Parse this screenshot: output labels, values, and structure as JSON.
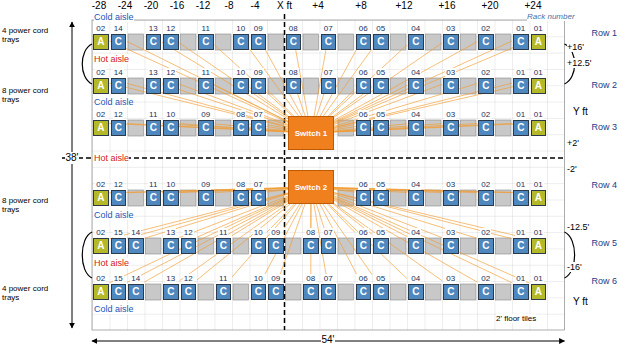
{
  "diagram": {
    "nodes": [
      {
        "text": [
          "02",
          "A"
        ]
      },
      {
        "text": [
          "14",
          "C"
        ]
      },
      {
        "text": [
          "13",
          "C"
        ]
      },
      {
        "text": [
          "12",
          "C"
        ]
      },
      {
        "text": [
          "11",
          "C"
        ]
      },
      {
        "text": [
          "10",
          "C"
        ]
      },
      {
        "text": [
          "09",
          "C"
        ]
      },
      {
        "text": [
          "08",
          "C"
        ]
      },
      {
        "text": [
          "07",
          "C"
        ]
      },
      {
        "text": [
          "06",
          "C"
        ]
      },
      {
        "text": [
          "05",
          "C"
        ]
      },
      {
        "text": [
          "04",
          "C"
        ]
      },
      {
        "text": [
          "03",
          "C"
        ]
      },
      {
        "text": [
          "02",
          "C"
        ]
      },
      {
        "text": [
          "01",
          "C"
        ]
      },
      {
        "text": [
          "01",
          "A"
        ]
      },
      {
        "text": [
          "02",
          "A"
        ]
      },
      {
        "text": [
          "14",
          "C"
        ]
      },
      {
        "text": [
          "13",
          "C"
        ]
      },
      {
        "text": [
          "12",
          "C"
        ]
      },
      {
        "text": [
          "11",
          "C"
        ]
      },
      {
        "text": [
          "10",
          "C"
        ]
      },
      {
        "text": [
          "09",
          "C"
        ]
      },
      {
        "text": [
          "08",
          "C"
        ]
      },
      {
        "text": [
          "07",
          "C"
        ]
      },
      {
        "text": [
          "06",
          "C"
        ]
      },
      {
        "text": [
          "05",
          "C"
        ]
      },
      {
        "text": [
          "04",
          "C"
        ]
      },
      {
        "text": [
          "03",
          "C"
        ]
      },
      {
        "text": [
          "02",
          "C"
        ]
      },
      {
        "text": [
          "01",
          "C"
        ]
      },
      {
        "text": [
          "01",
          "A"
        ]
      },
      {
        "text": [
          "02",
          "A"
        ]
      },
      {
        "text": [
          "12",
          "C"
        ]
      },
      {
        "text": [
          "11",
          "C"
        ]
      },
      {
        "text": [
          "10",
          "C"
        ]
      },
      {
        "text": [
          "09",
          "C"
        ]
      },
      {
        "text": [
          "08",
          "C"
        ]
      },
      {
        "text": [
          "07",
          "C"
        ]
      },
      {
        "text": [
          "06",
          "C"
        ]
      },
      {
        "text": [
          "05",
          "C"
        ]
      },
      {
        "text": [
          "04",
          "C"
        ]
      },
      {
        "text": [
          "03",
          "C"
        ]
      },
      {
        "text": [
          "02",
          "C"
        ]
      },
      {
        "text": [
          "01",
          "C"
        ]
      },
      {
        "text": [
          "01",
          "A"
        ]
      },
      {
        "text": [
          "Switch 1"
        ]
      },
      {
        "text": [
          "Switch 2"
        ]
      },
      {
        "text": [
          "02",
          "A"
        ]
      },
      {
        "text": [
          "12",
          "C"
        ]
      },
      {
        "text": [
          "11",
          "C"
        ]
      },
      {
        "text": [
          "10",
          "C"
        ]
      },
      {
        "text": [
          "09",
          "C"
        ]
      },
      {
        "text": [
          "08",
          "C"
        ]
      },
      {
        "text": [
          "07",
          "C"
        ]
      },
      {
        "text": [
          "06",
          "C"
        ]
      },
      {
        "text": [
          "05",
          "C"
        ]
      },
      {
        "text": [
          "04",
          "C"
        ]
      },
      {
        "text": [
          "03",
          "C"
        ]
      },
      {
        "text": [
          "02",
          "C"
        ]
      },
      {
        "text": [
          "01",
          "C"
        ]
      },
      {
        "text": [
          "01",
          "A"
        ]
      },
      {
        "text": [
          "02",
          "A"
        ]
      },
      {
        "text": [
          "15",
          "C"
        ]
      },
      {
        "text": [
          "14",
          "C"
        ]
      },
      {
        "text": [
          "13",
          "C"
        ]
      },
      {
        "text": [
          "12",
          "C"
        ]
      },
      {
        "text": [
          "11",
          "C"
        ]
      },
      {
        "text": [
          "10",
          "C"
        ]
      },
      {
        "text": [
          "09",
          "C"
        ]
      },
      {
        "text": [
          "08",
          "C"
        ]
      },
      {
        "text": [
          "07",
          "C"
        ]
      },
      {
        "text": [
          "06",
          "C"
        ]
      },
      {
        "text": [
          "05",
          "C"
        ]
      },
      {
        "text": [
          "04",
          "C"
        ]
      },
      {
        "text": [
          "03",
          "C"
        ]
      },
      {
        "text": [
          "02",
          "C"
        ]
      },
      {
        "text": [
          "01",
          "C"
        ]
      },
      {
        "text": [
          "01",
          "A"
        ]
      },
      {
        "text": [
          "02",
          "A"
        ]
      },
      {
        "text": [
          "15",
          "C"
        ]
      },
      {
        "text": [
          "14",
          "C"
        ]
      },
      {
        "text": [
          "13",
          "C"
        ]
      },
      {
        "text": [
          "12",
          "C"
        ]
      },
      {
        "text": [
          "11",
          "C"
        ]
      },
      {
        "text": [
          "10",
          "C"
        ]
      },
      {
        "text": [
          "09",
          "C"
        ]
      },
      {
        "text": [
          "08",
          "C"
        ]
      },
      {
        "text": [
          "07",
          "C"
        ]
      },
      {
        "text": [
          "06",
          "C"
        ]
      },
      {
        "text": [
          "05",
          "C"
        ]
      },
      {
        "text": [
          "04",
          "C"
        ]
      },
      {
        "text": [
          "03",
          "C"
        ]
      },
      {
        "text": [
          "02",
          "C"
        ]
      },
      {
        "text": [
          "01",
          "C"
        ]
      },
      {
        "text": [
          "01",
          "A"
        ]
      }
    ],
    "edges": [
      {
        "from": 46,
        "to": 0,
        "arrow": "none"
      },
      {
        "from": 46,
        "to": 1,
        "arrow": "none"
      },
      {
        "from": 46,
        "to": 2,
        "arrow": "none"
      },
      {
        "from": 46,
        "to": 3,
        "arrow": "none"
      },
      {
        "from": 46,
        "to": 4,
        "arrow": "none"
      },
      {
        "from": 46,
        "to": 5,
        "arrow": "none"
      },
      {
        "from": 46,
        "to": 6,
        "arrow": "none"
      },
      {
        "from": 46,
        "to": 7,
        "arrow": "none"
      },
      {
        "from": 46,
        "to": 8,
        "arrow": "none"
      },
      {
        "from": 46,
        "to": 9,
        "arrow": "none"
      },
      {
        "from": 46,
        "to": 10,
        "arrow": "none"
      },
      {
        "from": 46,
        "to": 11,
        "arrow": "none"
      },
      {
        "from": 46,
        "to": 12,
        "arrow": "none"
      },
      {
        "from": 46,
        "to": 13,
        "arrow": "none"
      },
      {
        "from": 46,
        "to": 14,
        "arrow": "none"
      },
      {
        "from": 46,
        "to": 15,
        "arrow": "none"
      },
      {
        "from": 46,
        "to": 16,
        "arrow": "none"
      },
      {
        "from": 46,
        "to": 17,
        "arrow": "none"
      },
      {
        "from": 46,
        "to": 18,
        "arrow": "none"
      },
      {
        "from": 46,
        "to": 19,
        "arrow": "none"
      },
      {
        "from": 46,
        "to": 20,
        "arrow": "none"
      },
      {
        "from": 46,
        "to": 21,
        "arrow": "none"
      },
      {
        "from": 46,
        "to": 22,
        "arrow": "none"
      },
      {
        "from": 46,
        "to": 23,
        "arrow": "none"
      },
      {
        "from": 46,
        "to": 24,
        "arrow": "none"
      },
      {
        "from": 46,
        "to": 25,
        "arrow": "none"
      },
      {
        "from": 46,
        "to": 26,
        "arrow": "none"
      },
      {
        "from": 46,
        "to": 27,
        "arrow": "none"
      },
      {
        "from": 46,
        "to": 28,
        "arrow": "none"
      },
      {
        "from": 46,
        "to": 29,
        "arrow": "none"
      },
      {
        "from": 46,
        "to": 30,
        "arrow": "none"
      },
      {
        "from": 46,
        "to": 31,
        "arrow": "none"
      },
      {
        "from": 46,
        "to": 32,
        "arrow": "none"
      },
      {
        "from": 46,
        "to": 33,
        "arrow": "none"
      },
      {
        "from": 46,
        "to": 34,
        "arrow": "none"
      },
      {
        "from": 46,
        "to": 35,
        "arrow": "none"
      },
      {
        "from": 46,
        "to": 36,
        "arrow": "none"
      },
      {
        "from": 46,
        "to": 37,
        "arrow": "none"
      },
      {
        "from": 46,
        "to": 38,
        "arrow": "none"
      },
      {
        "from": 46,
        "to": 39,
        "arrow": "none"
      },
      {
        "from": 46,
        "to": 40,
        "arrow": "none"
      },
      {
        "from": 46,
        "to": 41,
        "arrow": "none"
      },
      {
        "from": 46,
        "to": 42,
        "arrow": "none"
      },
      {
        "from": 46,
        "to": 43,
        "arrow": "none"
      },
      {
        "from": 46,
        "to": 44,
        "arrow": "none"
      },
      {
        "from": 46,
        "to": 45,
        "arrow": "none"
      },
      {
        "from": 47,
        "to": 48,
        "arrow": "none"
      },
      {
        "from": 47,
        "to": 49,
        "arrow": "none"
      },
      {
        "from": 47,
        "to": 50,
        "arrow": "none"
      },
      {
        "from": 47,
        "to": 51,
        "arrow": "none"
      },
      {
        "from": 47,
        "to": 52,
        "arrow": "none"
      },
      {
        "from": 47,
        "to": 53,
        "arrow": "none"
      },
      {
        "from": 47,
        "to": 54,
        "arrow": "none"
      },
      {
        "from": 47,
        "to": 55,
        "arrow": "none"
      },
      {
        "from": 47,
        "to": 56,
        "arrow": "none"
      },
      {
        "from": 47,
        "to": 57,
        "arrow": "none"
      },
      {
        "from": 47,
        "to": 58,
        "arrow": "none"
      },
      {
        "from": 47,
        "to": 59,
        "arrow": "none"
      },
      {
        "from": 47,
        "to": 60,
        "arrow": "none"
      },
      {
        "from": 47,
        "to": 61,
        "arrow": "none"
      },
      {
        "from": 47,
        "to": 62,
        "arrow": "none"
      },
      {
        "from": 47,
        "to": 63,
        "arrow": "none"
      },
      {
        "from": 47,
        "to": 64,
        "arrow": "none"
      },
      {
        "from": 47,
        "to": 65,
        "arrow": "none"
      },
      {
        "from": 47,
        "to": 66,
        "arrow": "none"
      },
      {
        "from": 47,
        "to": 67,
        "arrow": "none"
      },
      {
        "from": 47,
        "to": 68,
        "arrow": "none"
      },
      {
        "from": 47,
        "to": 69,
        "arrow": "none"
      },
      {
        "from": 47,
        "to": 70,
        "arrow": "none"
      },
      {
        "from": 47,
        "to": 71,
        "arrow": "none"
      },
      {
        "from": 47,
        "to": 72,
        "arrow": "none"
      },
      {
        "from": 47,
        "to": 73,
        "arrow": "none"
      },
      {
        "from": 47,
        "to": 74,
        "arrow": "none"
      },
      {
        "from": 47,
        "to": 75,
        "arrow": "none"
      },
      {
        "from": 47,
        "to": 76,
        "arrow": "none"
      },
      {
        "from": 47,
        "to": 77,
        "arrow": "none"
      },
      {
        "from": 47,
        "to": 78,
        "arrow": "none"
      },
      {
        "from": 47,
        "to": 79,
        "arrow": "none"
      },
      {
        "from": 47,
        "to": 80,
        "arrow": "none"
      },
      {
        "from": 47,
        "to": 81,
        "arrow": "none"
      },
      {
        "from": 47,
        "to": 82,
        "arrow": "none"
      },
      {
        "from": 47,
        "to": 83,
        "arrow": "none"
      },
      {
        "from": 47,
        "to": 84,
        "arrow": "none"
      },
      {
        "from": 47,
        "to": 85,
        "arrow": "none"
      },
      {
        "from": 47,
        "to": 86,
        "arrow": "none"
      },
      {
        "from": 47,
        "to": 87,
        "arrow": "none"
      },
      {
        "from": 47,
        "to": 88,
        "arrow": "none"
      },
      {
        "from": 47,
        "to": 89,
        "arrow": "none"
      },
      {
        "from": 47,
        "to": 90,
        "arrow": "none"
      },
      {
        "from": 47,
        "to": 91,
        "arrow": "none"
      },
      {
        "from": 47,
        "to": 92,
        "arrow": "none"
      },
      {
        "from": 47,
        "to": 93,
        "arrow": "none"
      },
      {
        "from": 47,
        "to": 94,
        "arrow": "none"
      },
      {
        "from": 47,
        "to": 95,
        "arrow": "none"
      }
    ],
    "labels": [
      "-28",
      "-24",
      "-20",
      "-16",
      "-12",
      "-8",
      "-4",
      "X ft",
      "+4",
      "+8",
      "+12",
      "+16",
      "+20",
      "+24",
      "Rack number",
      "Cold aisle",
      "4 power cord trays",
      "Row 1",
      "+16'",
      "Hot aisle",
      "+12.5'",
      "Row 2",
      "8 power cord trays",
      "Cold aisle",
      "Y ft",
      "Row 3",
      "+2'",
      "38'",
      "Hot aisle",
      "-2'",
      "Row 4",
      "8 power cord trays",
      "Cold aisle",
      "-12.5'",
      "Row 5",
      "Hot aisle",
      "-16'",
      "Row 6",
      "4 power cord trays",
      "Y ft",
      "Cold aisle",
      "2' floor tiles",
      "54'"
    ]
  }
}
